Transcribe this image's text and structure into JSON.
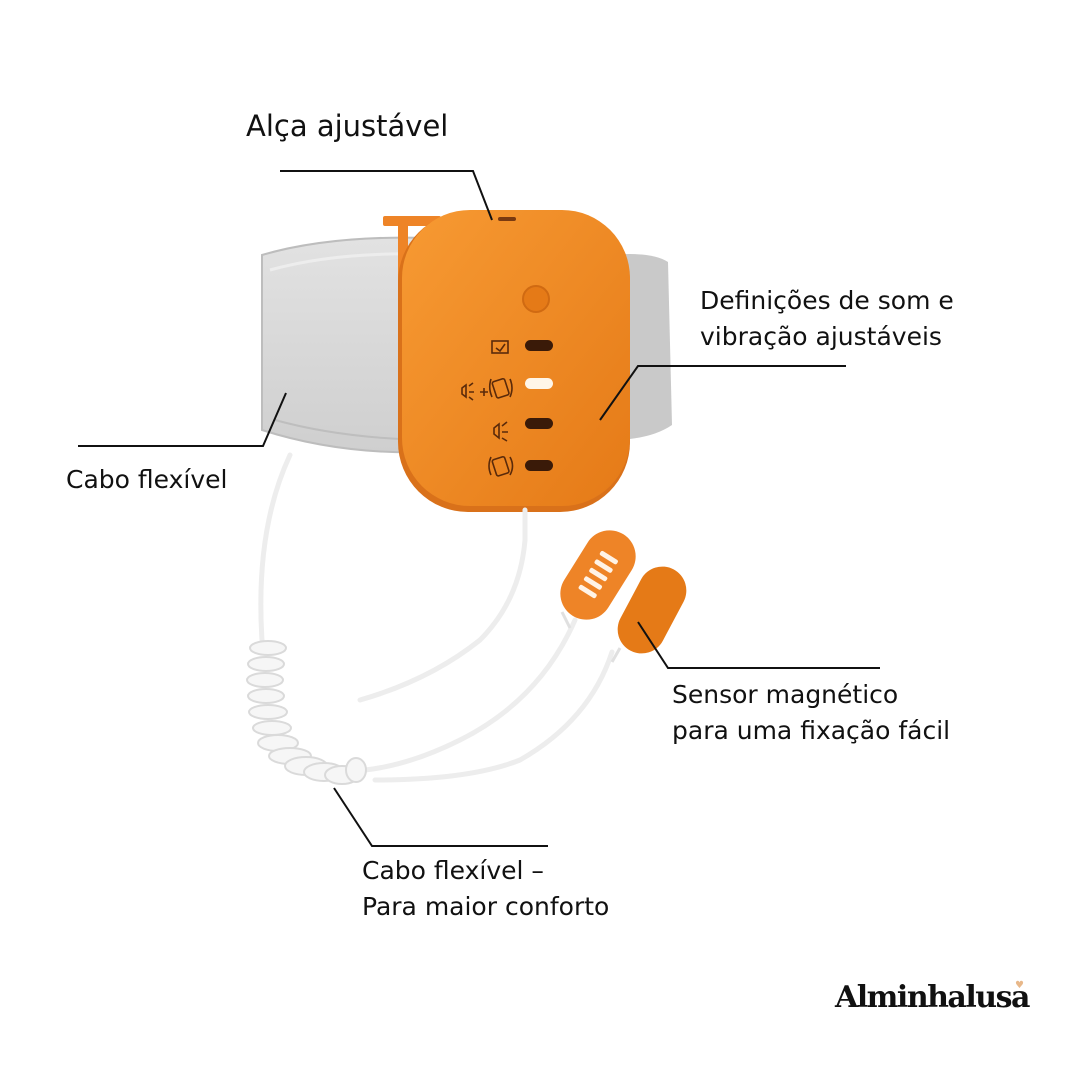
{
  "labels": {
    "strap": "Alça ajustável",
    "settings_line1": "Definições de som e",
    "settings_line2": "vibração ajustáveis",
    "cable": "Cabo flexível",
    "sensor_line1": "Sensor magnético",
    "sensor_line2": "para uma fixação fácil",
    "coil_line1": "Cabo flexível –",
    "coil_line2": "Para maior conforto"
  },
  "brand": "Alminhalusa",
  "colors": {
    "device_orange": "#F08A24",
    "device_orange_dark": "#D9711A",
    "strap_gray": "#D8D8D8",
    "strap_gray_dark": "#BDBDBD",
    "cable_white": "#F4F4F4",
    "text": "#111111",
    "heart": "#E8B88A"
  },
  "icons": [
    "battery-icon",
    "sound-plus-vibration-icon",
    "sound-icon",
    "vibration-icon"
  ]
}
